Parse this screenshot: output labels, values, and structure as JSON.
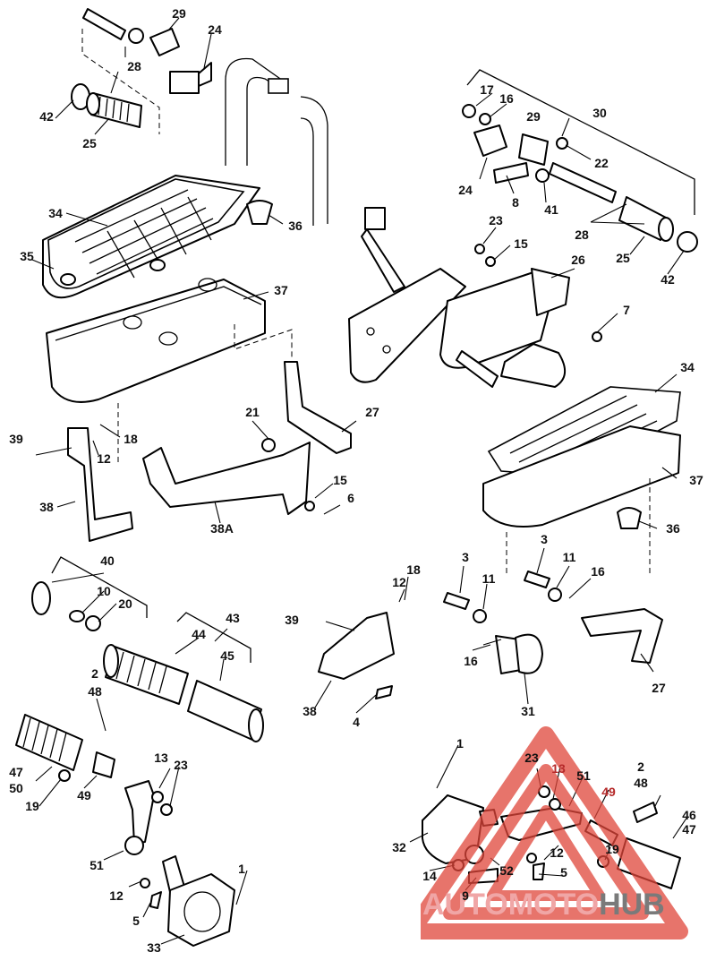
{
  "watermark": {
    "brand_part_1": "AUTOMOTO",
    "brand_part_2": "HUB",
    "accent_color": "#e0463a",
    "secondary_color": "#8a8a8a"
  },
  "callouts": [
    {
      "id": "c29a",
      "text": "29"
    },
    {
      "id": "c24a",
      "text": "24"
    },
    {
      "id": "c28a",
      "text": "28"
    },
    {
      "id": "c42a",
      "text": "42"
    },
    {
      "id": "c25a",
      "text": "25"
    },
    {
      "id": "c17",
      "text": "17"
    },
    {
      "id": "c16a",
      "text": "16"
    },
    {
      "id": "c30",
      "text": "30"
    },
    {
      "id": "c29b",
      "text": "29"
    },
    {
      "id": "c22",
      "text": "22"
    },
    {
      "id": "c24b",
      "text": "24"
    },
    {
      "id": "c8",
      "text": "8"
    },
    {
      "id": "c41",
      "text": "41"
    },
    {
      "id": "c23a",
      "text": "23"
    },
    {
      "id": "c15a",
      "text": "15"
    },
    {
      "id": "c28b",
      "text": "28"
    },
    {
      "id": "c25b",
      "text": "25"
    },
    {
      "id": "c42b",
      "text": "42"
    },
    {
      "id": "c34a",
      "text": "34"
    },
    {
      "id": "c36a",
      "text": "36"
    },
    {
      "id": "c35",
      "text": "35"
    },
    {
      "id": "c37a",
      "text": "37"
    },
    {
      "id": "c26",
      "text": "26"
    },
    {
      "id": "c7",
      "text": "7"
    },
    {
      "id": "c34b",
      "text": "34"
    },
    {
      "id": "c21",
      "text": "21"
    },
    {
      "id": "c27a",
      "text": "27"
    },
    {
      "id": "c39a",
      "text": "39"
    },
    {
      "id": "c18a",
      "text": "18"
    },
    {
      "id": "c12a",
      "text": "12"
    },
    {
      "id": "c15b",
      "text": "15"
    },
    {
      "id": "c6",
      "text": "6"
    },
    {
      "id": "c37b",
      "text": "37"
    },
    {
      "id": "c38a",
      "text": "38"
    },
    {
      "id": "c38A",
      "text": "38A"
    },
    {
      "id": "c36b",
      "text": "36"
    },
    {
      "id": "c40",
      "text": "40"
    },
    {
      "id": "c10",
      "text": "10"
    },
    {
      "id": "c20",
      "text": "20"
    },
    {
      "id": "c3a",
      "text": "3"
    },
    {
      "id": "c3b",
      "text": "3"
    },
    {
      "id": "c11a",
      "text": "11"
    },
    {
      "id": "c11b",
      "text": "11"
    },
    {
      "id": "c16b",
      "text": "16"
    },
    {
      "id": "c18b",
      "text": "18"
    },
    {
      "id": "c12b",
      "text": "12"
    },
    {
      "id": "c43",
      "text": "43"
    },
    {
      "id": "c44",
      "text": "44"
    },
    {
      "id": "c45",
      "text": "45"
    },
    {
      "id": "c39b",
      "text": "39"
    },
    {
      "id": "c16c",
      "text": "16"
    },
    {
      "id": "c38b",
      "text": "38"
    },
    {
      "id": "c4",
      "text": "4"
    },
    {
      "id": "c31",
      "text": "31"
    },
    {
      "id": "c27b",
      "text": "27"
    },
    {
      "id": "c2a",
      "text": "2"
    },
    {
      "id": "c48a",
      "text": "48"
    },
    {
      "id": "c47a",
      "text": "47"
    },
    {
      "id": "c50",
      "text": "50"
    },
    {
      "id": "c19a",
      "text": "19"
    },
    {
      "id": "c49a",
      "text": "49"
    },
    {
      "id": "c13a",
      "text": "13"
    },
    {
      "id": "c23b",
      "text": "23"
    },
    {
      "id": "c51a",
      "text": "51"
    },
    {
      "id": "c12c",
      "text": "12"
    },
    {
      "id": "c5a",
      "text": "5"
    },
    {
      "id": "c1a",
      "text": "1"
    },
    {
      "id": "c33",
      "text": "33"
    },
    {
      "id": "c1b",
      "text": "1"
    },
    {
      "id": "c23c",
      "text": "23"
    },
    {
      "id": "c13b",
      "text": "13"
    },
    {
      "id": "c51b",
      "text": "51"
    },
    {
      "id": "c49b",
      "text": "49"
    },
    {
      "id": "c2b",
      "text": "2"
    },
    {
      "id": "c48b",
      "text": "48"
    },
    {
      "id": "c46",
      "text": "46"
    },
    {
      "id": "c47b",
      "text": "47"
    },
    {
      "id": "c32",
      "text": "32"
    },
    {
      "id": "c12d",
      "text": "12"
    },
    {
      "id": "c19b",
      "text": "19"
    },
    {
      "id": "c14",
      "text": "14"
    },
    {
      "id": "c52",
      "text": "52"
    },
    {
      "id": "c9",
      "text": "9"
    },
    {
      "id": "c5b",
      "text": "5"
    }
  ]
}
